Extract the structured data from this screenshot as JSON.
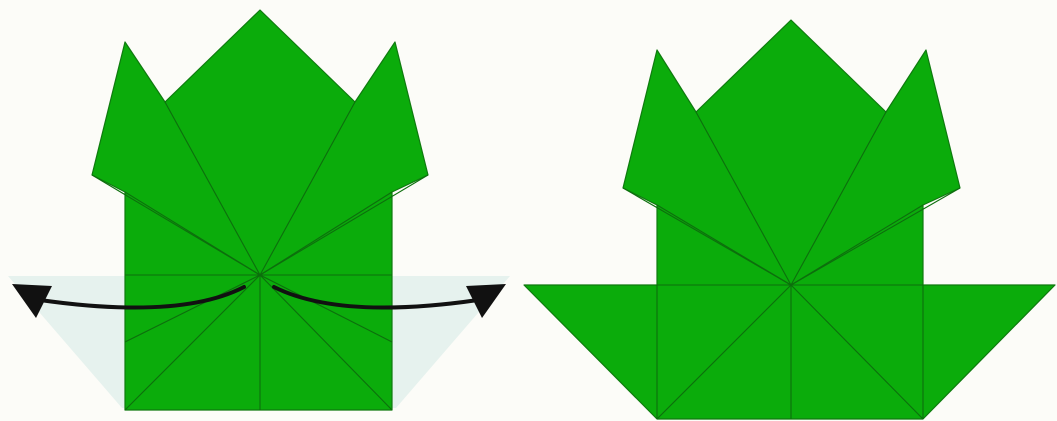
{
  "diagram": {
    "steps": [
      {
        "id": "step-before-unfold",
        "action": "unfold-bottom-corners",
        "arrows": [
          "left",
          "right"
        ]
      },
      {
        "id": "step-after-unfold",
        "action": "result"
      }
    ],
    "colors": {
      "paper_fill": "#0bac0b",
      "paper_edge": "#0f7a0f",
      "crease": "#0d6e0d",
      "ghost_fill": "#e6f2ee",
      "arrow": "#111111",
      "background": "#fcfcf8"
    }
  }
}
